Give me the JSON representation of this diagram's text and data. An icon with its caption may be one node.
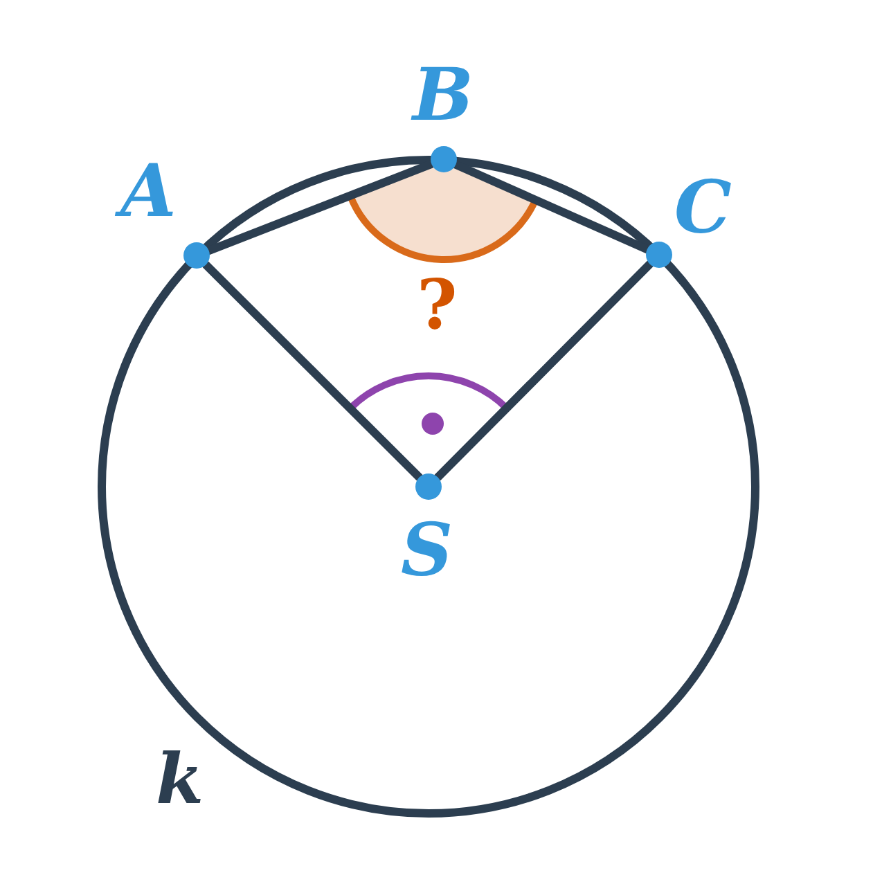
{
  "diagram": {
    "nodes": [
      {
        "text": [
          "B"
        ]
      },
      {
        "text": [
          "A"
        ]
      },
      {
        "text": [
          "C"
        ]
      },
      {
        "text": [
          "S"
        ]
      }
    ],
    "edges": [
      {
        "from": 1,
        "to": 0,
        "arrow": "none"
      },
      {
        "from": 0,
        "to": 2,
        "arrow": "none"
      },
      {
        "from": 3,
        "to": 1,
        "arrow": "none"
      },
      {
        "from": 3,
        "to": 2,
        "arrow": "none"
      }
    ],
    "labels": [
      "?",
      "k"
    ]
  }
}
